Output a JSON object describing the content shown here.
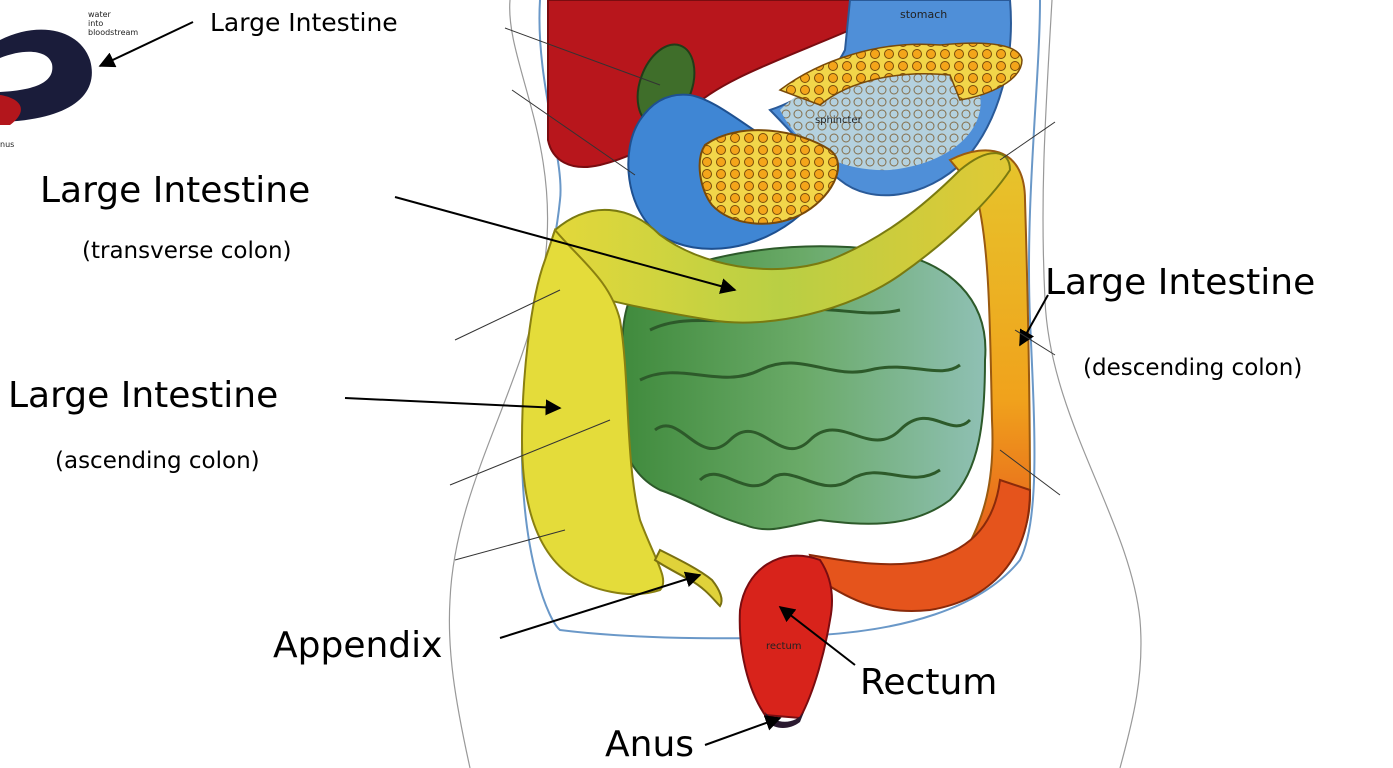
{
  "inset": {
    "label": "Large Intestine",
    "note_water": "water",
    "note_into": "into",
    "note_bloodstream": "bloodstream",
    "note_anus": "nus"
  },
  "organ_text": {
    "stomach": "stomach",
    "sphincter": "sphincter",
    "rectum": "rectum"
  },
  "labels": {
    "transverse_title": "Large Intestine",
    "transverse_sub": "(transverse colon)",
    "ascending_title": "Large Intestine",
    "ascending_sub": "(ascending colon)",
    "descending_title": "Large Intestine",
    "descending_sub": "(descending colon)",
    "appendix": "Appendix",
    "rectum": "Rectum",
    "anus": "Anus"
  },
  "colors": {
    "liver": "#b8161c",
    "stomach": "#4f8fd8",
    "pancreas": "#e8a019",
    "ascending_colon": "#e4dc3a",
    "transverse_colon": "#c9d23c",
    "descending_colon": "#f0a21c",
    "small_intestine": "#5fa35a",
    "rectum": "#d8231b"
  }
}
